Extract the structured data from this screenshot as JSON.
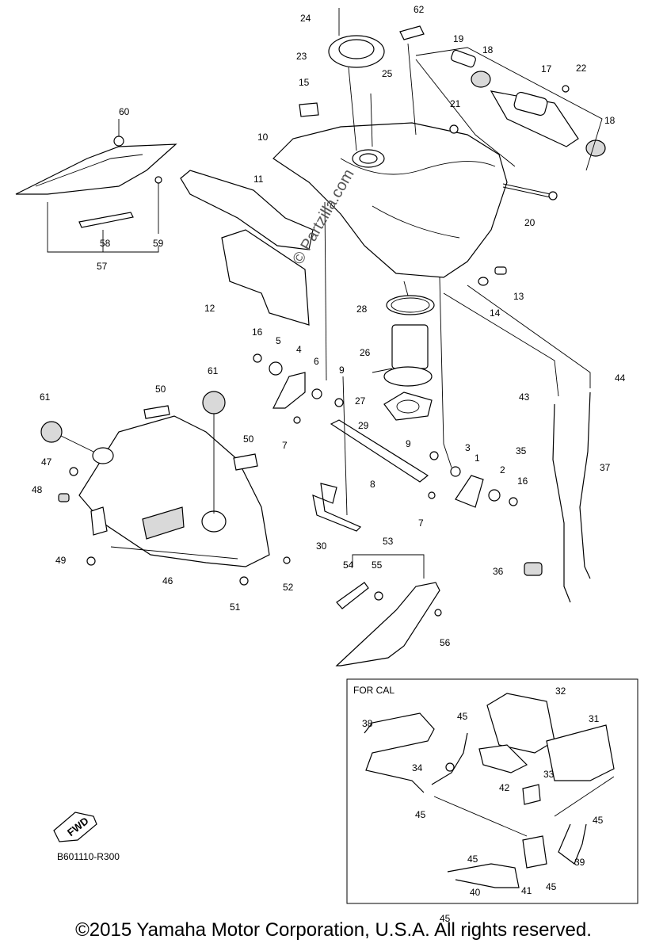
{
  "diagram": {
    "cal_label": "FOR CAL",
    "fwd_label": "FWD",
    "diagram_code": "B601110-R300",
    "watermark": "© Partzilla.com",
    "callouts": [
      "1",
      "2",
      "3",
      "4",
      "5",
      "6",
      "7",
      "7",
      "8",
      "9",
      "9",
      "10",
      "11",
      "12",
      "13",
      "14",
      "15",
      "16",
      "16",
      "17",
      "18",
      "18",
      "19",
      "20",
      "21",
      "22",
      "23",
      "24",
      "25",
      "26",
      "27",
      "28",
      "29",
      "30",
      "31",
      "32",
      "33",
      "34",
      "35",
      "36",
      "37",
      "38",
      "39",
      "40",
      "41",
      "42",
      "43",
      "44",
      "45",
      "45",
      "45",
      "45",
      "45",
      "45",
      "46",
      "47",
      "48",
      "49",
      "50",
      "50",
      "51",
      "52",
      "53",
      "54",
      "55",
      "56",
      "57",
      "58",
      "59",
      "60",
      "61",
      "61",
      "62"
    ]
  },
  "copyright": "©2015 Yamaha Motor Corporation, U.S.A. All rights reserved."
}
